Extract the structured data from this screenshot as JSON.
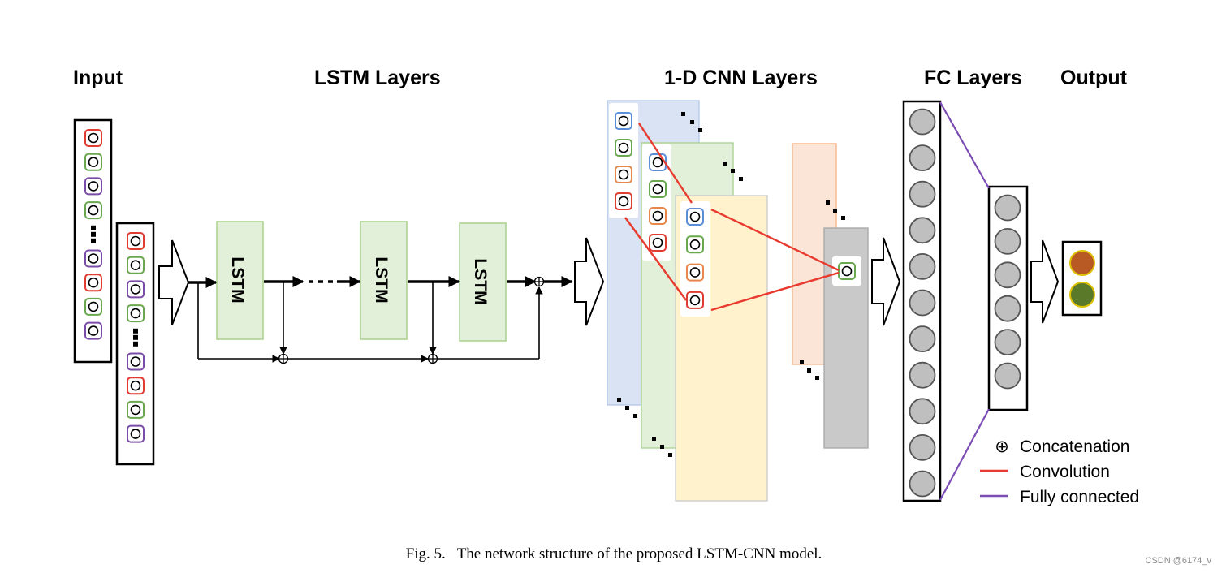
{
  "headers": {
    "input": "Input",
    "lstm": "LSTM Layers",
    "cnn": "1-D CNN Layers",
    "fc": "FC Layers",
    "output": "Output"
  },
  "lstm_blocks": [
    "LSTM",
    "LSTM",
    "LSTM"
  ],
  "input_column_1": [
    "red",
    "green",
    "purple",
    "green",
    "dots",
    "purple",
    "red",
    "green",
    "purple"
  ],
  "input_column_2": [
    "red",
    "green",
    "purple",
    "green",
    "dots",
    "purple",
    "red",
    "green",
    "purple"
  ],
  "cnn_column_1": [
    "blue",
    "green",
    "orange",
    "red"
  ],
  "cnn_column_2": [
    "blue",
    "green",
    "orange",
    "red"
  ],
  "cnn_column_3": [
    "blue",
    "green",
    "orange",
    "red"
  ],
  "fc_layer_1_neurons": 11,
  "fc_layer_2_neurons": 6,
  "output_neurons": [
    "#b85a24",
    "#5a7a2a"
  ],
  "legend": {
    "concat_symbol": "⊕",
    "concat_label": "Concatenation",
    "conv_label": "Convolution",
    "fc_label": "Fully connected"
  },
  "colors": {
    "red": "#e03c31",
    "green": "#6aa84f",
    "purple": "#7a4ca8",
    "blue": "#5b8ed6",
    "orange": "#e8874a",
    "convolution_line": "#e83a2e",
    "fully_connected_line": "#7b4cb3",
    "lstm_fill": "#e2f0d9",
    "neuron_fill": "#bfbfbf"
  },
  "caption": "Fig. 5.   The network structure of the proposed LSTM-CNN model.",
  "watermark": "CSDN @6174_v"
}
